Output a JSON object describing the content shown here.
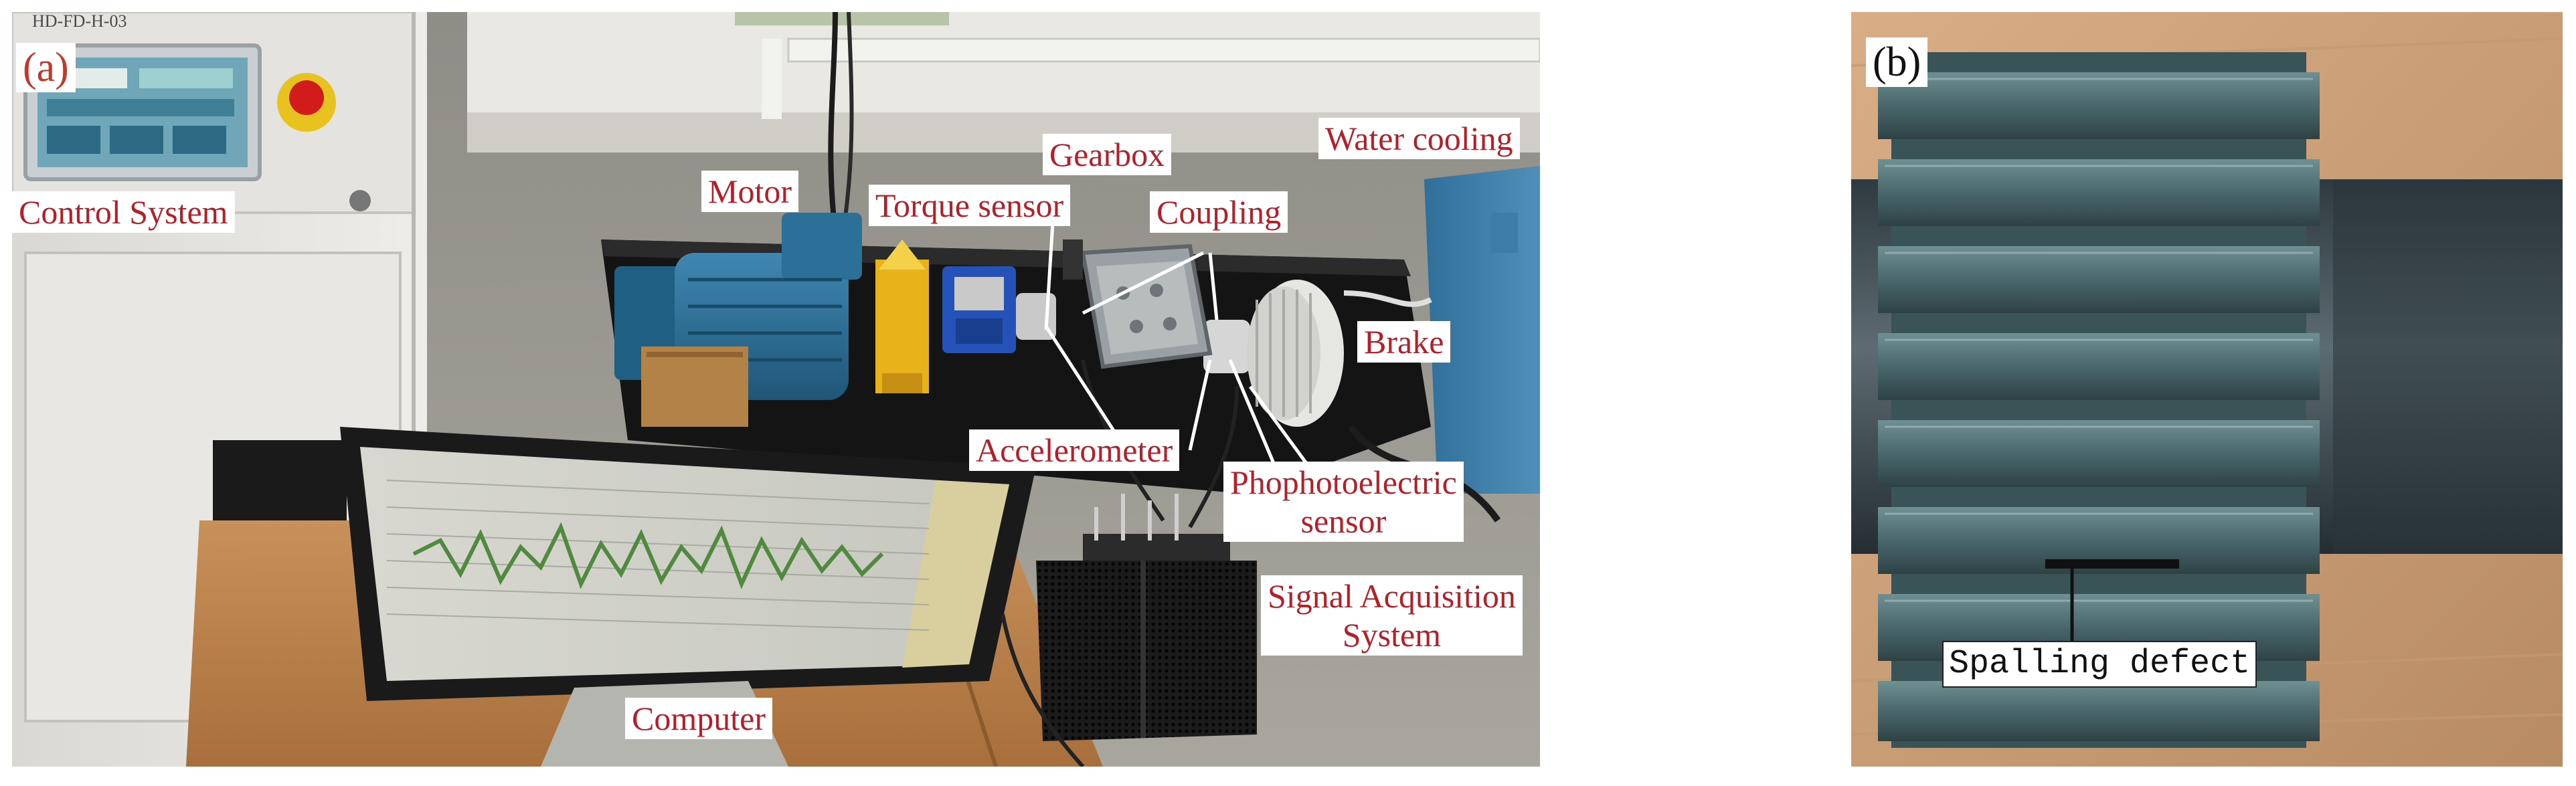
{
  "panel_a": {
    "label": "(a)",
    "machine_title": "HD-FD-H-03",
    "callouts": {
      "control_system": "Control System",
      "motor": "Motor",
      "torque_sensor": "Torque sensor",
      "gearbox": "Gearbox",
      "coupling": "Coupling",
      "water_cooling": "Water cooling",
      "brake": "Brake",
      "accelerometer": "Accelerometer",
      "photoelectric_sensor": "Phophotoelectric\nsensor",
      "signal_acquisition": "Signal Acquisition\nSystem",
      "computer": "Computer"
    },
    "colors": {
      "callout_text": "#b3202a",
      "callout_bg": "#ffffff",
      "leader_line": "#ffffff"
    }
  },
  "panel_b": {
    "label": "(b)",
    "defect_label": "Spalling defect",
    "colors": {
      "gear_steel": "#4f6f73",
      "defect_mark": "#111111"
    }
  }
}
